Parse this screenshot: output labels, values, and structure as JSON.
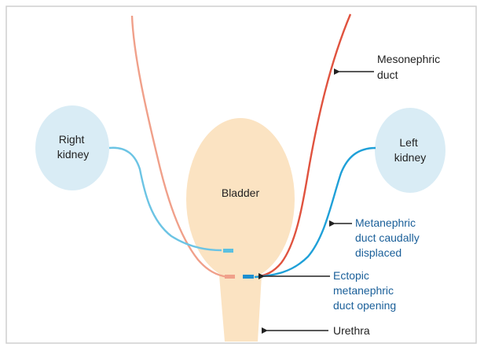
{
  "labels": {
    "right_kidney": [
      "Right",
      "kidney"
    ],
    "left_kidney": [
      "Left",
      "kidney"
    ],
    "bladder": "Bladder",
    "mesonephric": [
      "Mesonephric",
      "duct"
    ],
    "metanephric": [
      "Metanephric",
      "duct caudally",
      "displaced"
    ],
    "ectopic": [
      "Ectopic",
      "metanephric",
      "duct opening"
    ],
    "urethra": "Urethra"
  },
  "colors": {
    "frame": "#cfcfcf",
    "organ_fill": "#fbe3c2",
    "kidney_fill": "#d9ecf5",
    "mesonephric_light": "#f0a08a",
    "mesonephric_dark": "#e0533f",
    "metanephric_light": "#6cc4e4",
    "metanephric_dark": "#1fa0d8",
    "right_duct_stub": "#5bc0e0",
    "ectopic_opening_pink": "#f0a08a",
    "ectopic_opening_blue": "#1b8fd0",
    "label_dark": "#222222",
    "label_blue": "#1a5f99",
    "arrow": "#222222"
  }
}
